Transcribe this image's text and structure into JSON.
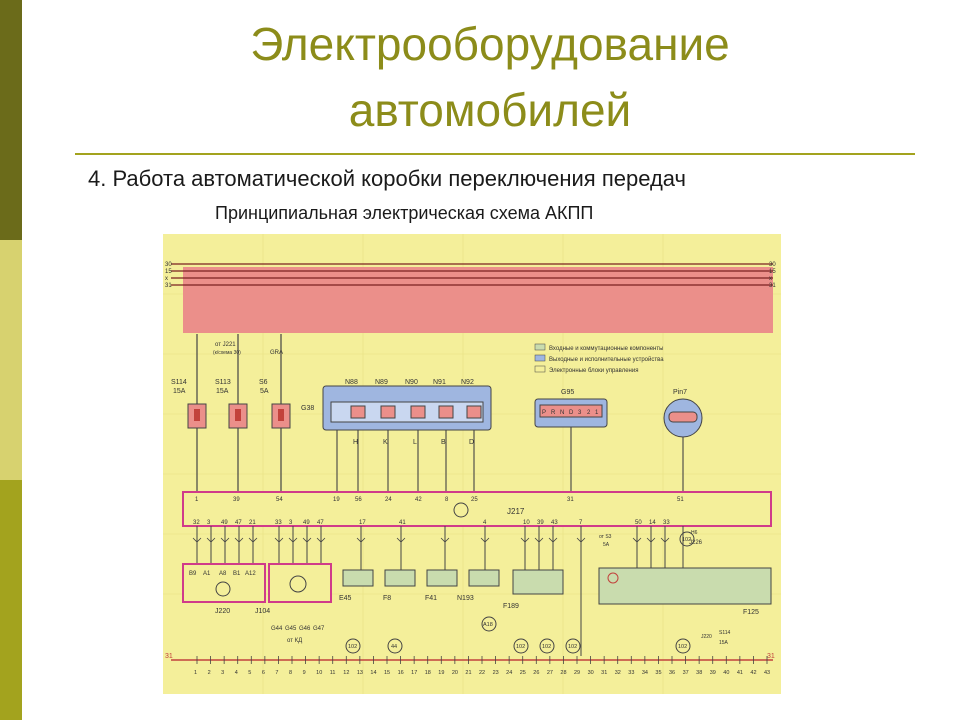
{
  "slide": {
    "title_line1": "Электрооборудование",
    "title_line2": "автомобилей",
    "subtitle": "4. Работа автоматической коробки переключения передач",
    "caption": "Принципиальная электрическая схема АКПП"
  },
  "colors": {
    "title": "#8c8c1a",
    "sidebar_dark": "#6b6b1a",
    "sidebar_light": "#d7d26f",
    "sidebar_mid": "#a3a31e",
    "diagram_bg": "#f4ef9a",
    "power_band": "#eb8f8a",
    "blue": "#9fb6e0",
    "green_box": "#c9dcae"
  },
  "diagram": {
    "bus_labels_left": [
      "30",
      "15",
      "x",
      "31"
    ],
    "bus_labels_right": [
      "30",
      "15",
      "x",
      "31"
    ],
    "fuse_from_label": "от J221",
    "fuse_from_sub": "(к/схема 30)",
    "gra": "GRA",
    "fuses": [
      {
        "name": "S114",
        "rating": "15A"
      },
      {
        "name": "S113",
        "rating": "15A"
      },
      {
        "name": "S6",
        "rating": "5A"
      }
    ],
    "g38": "G38",
    "valves": [
      "N88",
      "N89",
      "N90",
      "N91",
      "N92"
    ],
    "valve_pins": [
      "H",
      "K",
      "L",
      "B",
      "D"
    ],
    "g95": "G95",
    "g95_cells": [
      "P",
      "R",
      "N",
      "D",
      "3",
      "2",
      "1"
    ],
    "pin7": "Pin7",
    "legend": [
      "Входные и коммутационные компоненты",
      "Выходные и исполнительные устройства",
      "Электронные блоки управления"
    ],
    "j217": "J217",
    "j217_top_pins": [
      "1",
      "39",
      "54",
      "19",
      "56",
      "24",
      "42",
      "8",
      "25",
      "31",
      "51"
    ],
    "j217_bottom_pins": [
      "32",
      "3",
      "49",
      "47",
      "21",
      "33",
      "3",
      "49",
      "47",
      "17",
      "41",
      "4",
      "10",
      "39",
      "43",
      "7",
      "50",
      "14",
      "33"
    ],
    "j220": "J220",
    "j220_pins": [
      "B9",
      "A1",
      "A8",
      "B1",
      "A12"
    ],
    "j104": "J104",
    "g_sensors": [
      "G44",
      "G45",
      "G46",
      "G47"
    ],
    "g_sensor_note": "от КД",
    "e45": "E45",
    "f8": "F8",
    "f41": "F41",
    "n193": "N193",
    "f189": "F189",
    "f125": "F125",
    "j226": "J226",
    "j226_note": "Н6",
    "s3_note": "от S3",
    "s3_rating": "5A",
    "bottom_right_note": [
      "J220",
      "S114",
      "15A"
    ],
    "ground_label": "31",
    "bubble_labels": [
      "102",
      "44",
      "102",
      "102",
      "102",
      "102"
    ],
    "a18": "A18",
    "a28": "102",
    "terminals": [
      "1",
      "2",
      "3",
      "4",
      "5",
      "6",
      "7",
      "8",
      "9",
      "10",
      "11",
      "12",
      "13",
      "14",
      "15",
      "16",
      "17",
      "18",
      "19",
      "20",
      "21",
      "22",
      "23",
      "24",
      "25",
      "26",
      "27",
      "28",
      "29",
      "30",
      "31",
      "32",
      "33",
      "34",
      "35",
      "36",
      "37",
      "38",
      "39",
      "40",
      "41",
      "42",
      "43"
    ]
  }
}
